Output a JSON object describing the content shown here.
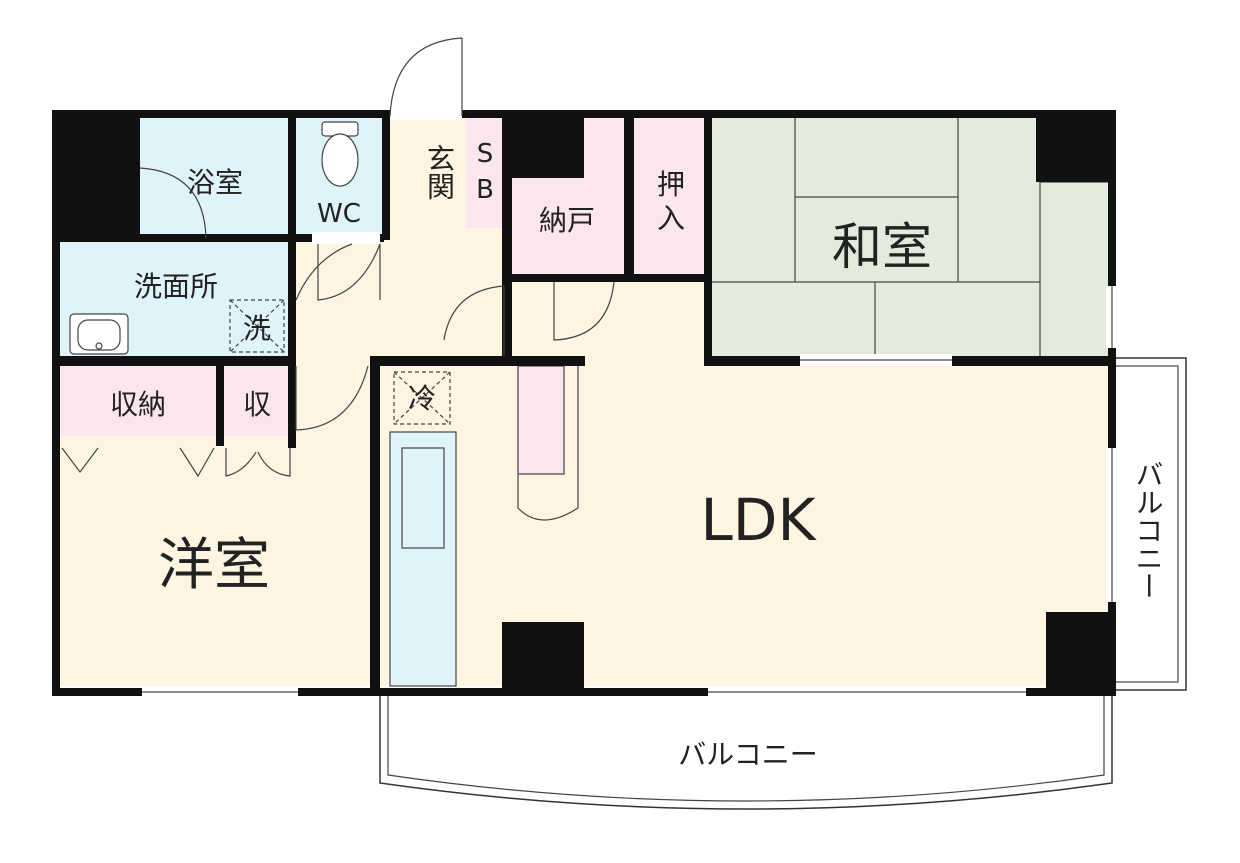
{
  "floorplan": {
    "rooms": {
      "bath": "浴室",
      "wc": "WC",
      "entrance": "玄関",
      "sb_s": "S",
      "sb_b": "B",
      "nando": "納戸",
      "oshiire_1": "押",
      "oshiire_2": "入",
      "washitsu": "和室",
      "washroom": "洗面所",
      "washer": "洗",
      "storage": "収納",
      "storage_small": "収",
      "fridge": "冷",
      "ldk": "LDK",
      "youshitsu": "洋室",
      "balcony_bottom": "バルコニー",
      "balcony_right": "バルコニー"
    },
    "colors": {
      "wall": "#111111",
      "blue_room": "#dff3fb",
      "pink_room": "#fbe5ef",
      "tatami": "#e3ebdc",
      "floor": "#fdf5e2",
      "white": "#ffffff"
    }
  }
}
